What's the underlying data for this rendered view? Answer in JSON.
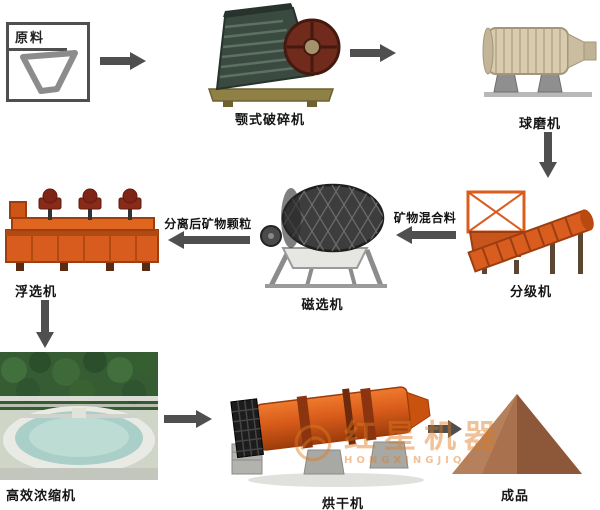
{
  "flow": {
    "raw_material": {
      "label": "原料"
    },
    "jaw_crusher": {
      "label": "颚式破碎机"
    },
    "ball_mill": {
      "label": "球磨机"
    },
    "classifier": {
      "label": "分级机"
    },
    "magnetic_separator": {
      "label": "磁选机"
    },
    "flotation_machine": {
      "label": "浮选机"
    },
    "thickener": {
      "label": "高效浓缩机"
    },
    "dryer": {
      "label": "烘干机"
    },
    "product": {
      "label": "成品"
    },
    "stream_labels": {
      "classifier_to_magnetic": "矿物混合料",
      "magnetic_to_flotation": "分离后矿物颗粒"
    }
  },
  "watermark": {
    "name": "红星机器",
    "subtext": "HONGXINGJIQI",
    "color": "#e07a1e"
  },
  "colors": {
    "machine_orange": "#d85c1e",
    "crusher_green": "#3b4a41",
    "flywheel_red": "#702b1d",
    "mill_beige": "#d8cbae",
    "product_brown": "#a9714e",
    "arrow_gray": "#4f4f4f"
  }
}
